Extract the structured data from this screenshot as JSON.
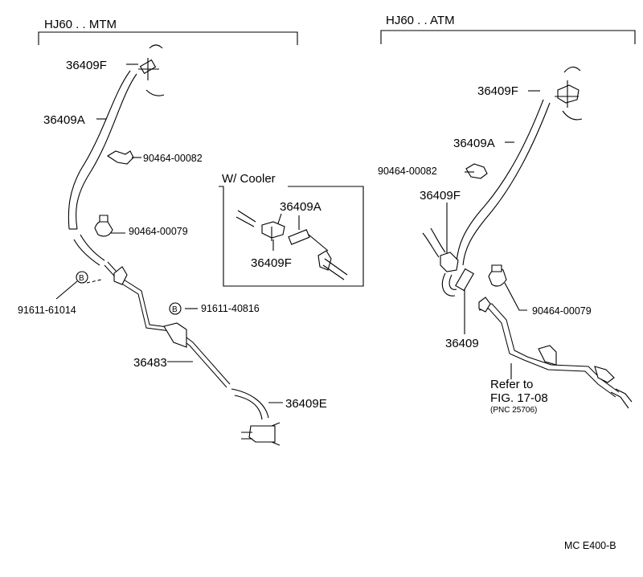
{
  "sections": {
    "mtm": {
      "title": "HJ60 . . MTM"
    },
    "atm": {
      "title": "HJ60 . . ATM"
    },
    "cooler": {
      "title": "W/ Cooler"
    }
  },
  "labels": {
    "mtm_36409F": "36409F",
    "mtm_36409A": "36409A",
    "mtm_90464_00082": "90464-00082",
    "mtm_90464_00079": "90464-00079",
    "mtm_91611_61014": "91611-61014",
    "mtm_91611_40816": "91611-40816",
    "mtm_36483": "36483",
    "mtm_36409E": "36409E",
    "mtm_B1": "B",
    "mtm_B2": "B",
    "cooler_36409A": "36409A",
    "cooler_36409F": "36409F",
    "atm_36409F_top": "36409F",
    "atm_36409A": "36409A",
    "atm_90464_00082": "90464-00082",
    "atm_36409F_mid": "36409F",
    "atm_90464_00079": "90464-00079",
    "atm_36409": "36409",
    "atm_refer_to": "Refer to",
    "atm_fig": "FIG. 17-08",
    "atm_pnc": "(PNC 25706)"
  },
  "footer": {
    "code": "MC  E400-B"
  }
}
